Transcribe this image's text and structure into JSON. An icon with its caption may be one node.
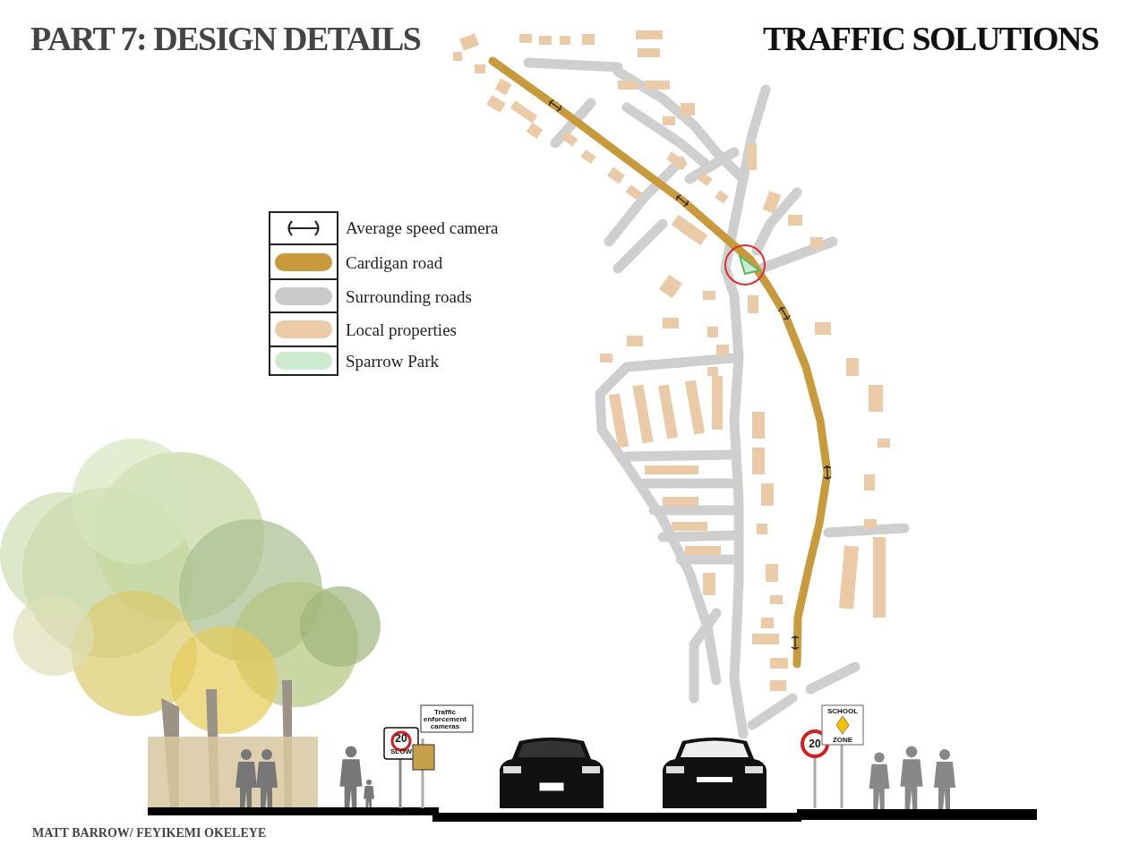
{
  "diagram": {
    "title": "PART 7: DESIGN DETAILS",
    "labels": [
      "TRAFFIC SOLUTIONS",
      "Traffic enforcement cameras",
      "20",
      "SLOW",
      "SCHOOL",
      "ZONE",
      "20",
      "MATT BARROW/ FEYIKEMI OKELEYE"
    ],
    "legend": [
      {
        "text": "Average speed camera"
      },
      {
        "text": "Cardigan road",
        "color": "#c99a3c"
      },
      {
        "text": "Surrounding roads",
        "color": "#c9c9c9"
      },
      {
        "text": "Local properties",
        "color": "#ebcaa8"
      },
      {
        "text": "Sparrow Park",
        "color": "#cdeccf"
      }
    ]
  }
}
